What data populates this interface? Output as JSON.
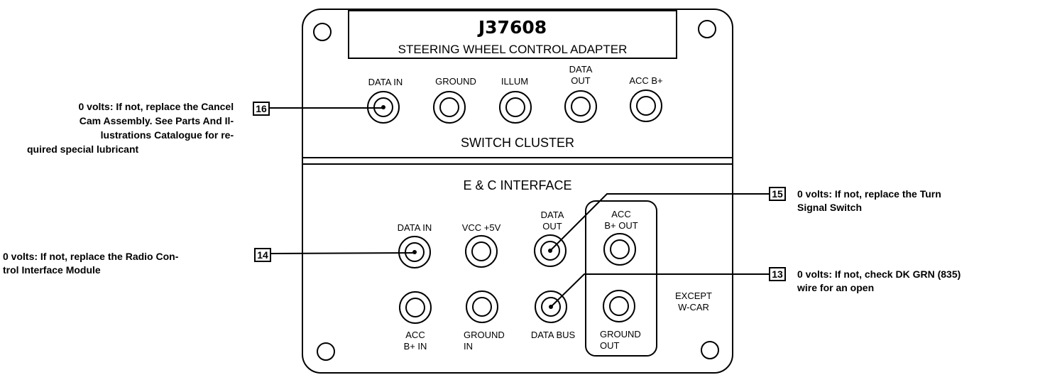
{
  "adapter": {
    "part_number": "J37608",
    "name": "STEERING WHEEL CONTROL ADAPTER"
  },
  "switch_cluster": {
    "title": "SWITCH CLUSTER",
    "jacks": {
      "data_in": [
        "DATA IN"
      ],
      "ground": [
        "GROUND"
      ],
      "illum": [
        "ILLUM"
      ],
      "data_out": [
        "DATA",
        "OUT"
      ],
      "acc_b": [
        "ACC B+"
      ]
    }
  },
  "ec_interface": {
    "title": "E & C INTERFACE",
    "jacks": {
      "data_in": [
        "DATA IN"
      ],
      "vcc": [
        "VCC +5V"
      ],
      "data_out": [
        "DATA",
        "OUT"
      ],
      "acc_b_out": [
        "ACC",
        "B+ OUT"
      ],
      "acc_b_in": [
        "ACC",
        "B+ IN"
      ],
      "ground_in": [
        "GROUND",
        "IN"
      ],
      "data_bus": [
        "DATA BUS"
      ],
      "ground_out": [
        "GROUND",
        "OUT"
      ]
    },
    "except_label": [
      "EXCEPT",
      "W-CAR"
    ]
  },
  "callouts": {
    "c16": {
      "number": "16",
      "lines": [
        "0 volts: If not, replace the Cancel",
        "Cam Assembly. See Parts And Il-",
        "lustrations Catalogue for re-",
        "quired special lubricant"
      ]
    },
    "c14": {
      "number": "14",
      "lines": [
        "0 volts: If not, replace the Radio Con-",
        "trol Interface Module"
      ]
    },
    "c15": {
      "number": "15",
      "lines": [
        "0 volts: If not, replace the Turn",
        "Signal Switch"
      ]
    },
    "c13": {
      "number": "13",
      "lines": [
        "0 volts: If not, check DK GRN (835)",
        "wire for an open"
      ]
    }
  }
}
